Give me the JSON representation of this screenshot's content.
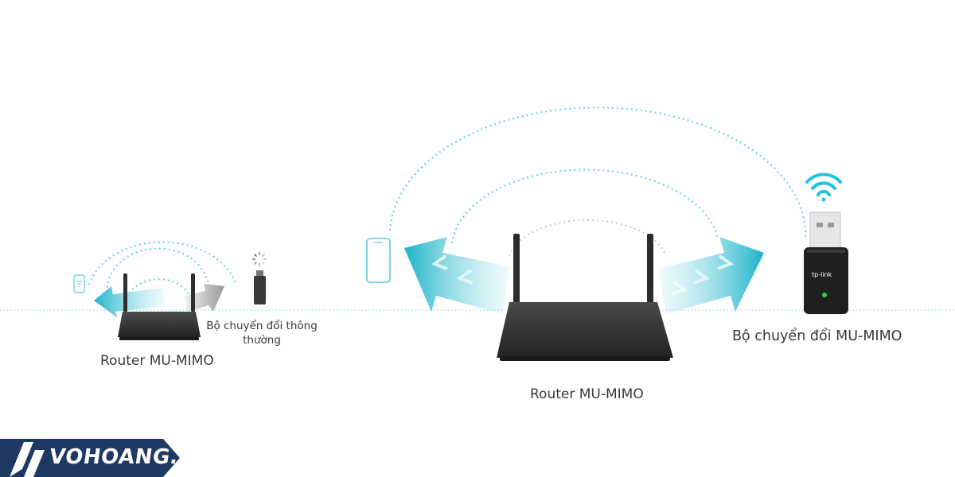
{
  "colors": {
    "background": "#ffffff",
    "signal": "#4ec9d9",
    "signal_light": "#a8e6ef",
    "router": "#2e2e2e",
    "label_text": "#3a3a3a",
    "watermark_bg": "#1e3a63",
    "wifi_icon": "#22c4d8"
  },
  "left_scene": {
    "router_label": "Router MU-MIMO",
    "regular_adapter_label": "Bộ chuyển đổi thông thường"
  },
  "right_scene": {
    "router_label": "Router MU-MIMO",
    "mumimo_adapter_label": "Bộ chuyển đổi MU-MIMO",
    "adapter_brand": "tp-link"
  },
  "watermark": {
    "brand": "VOHOANG.vn"
  }
}
